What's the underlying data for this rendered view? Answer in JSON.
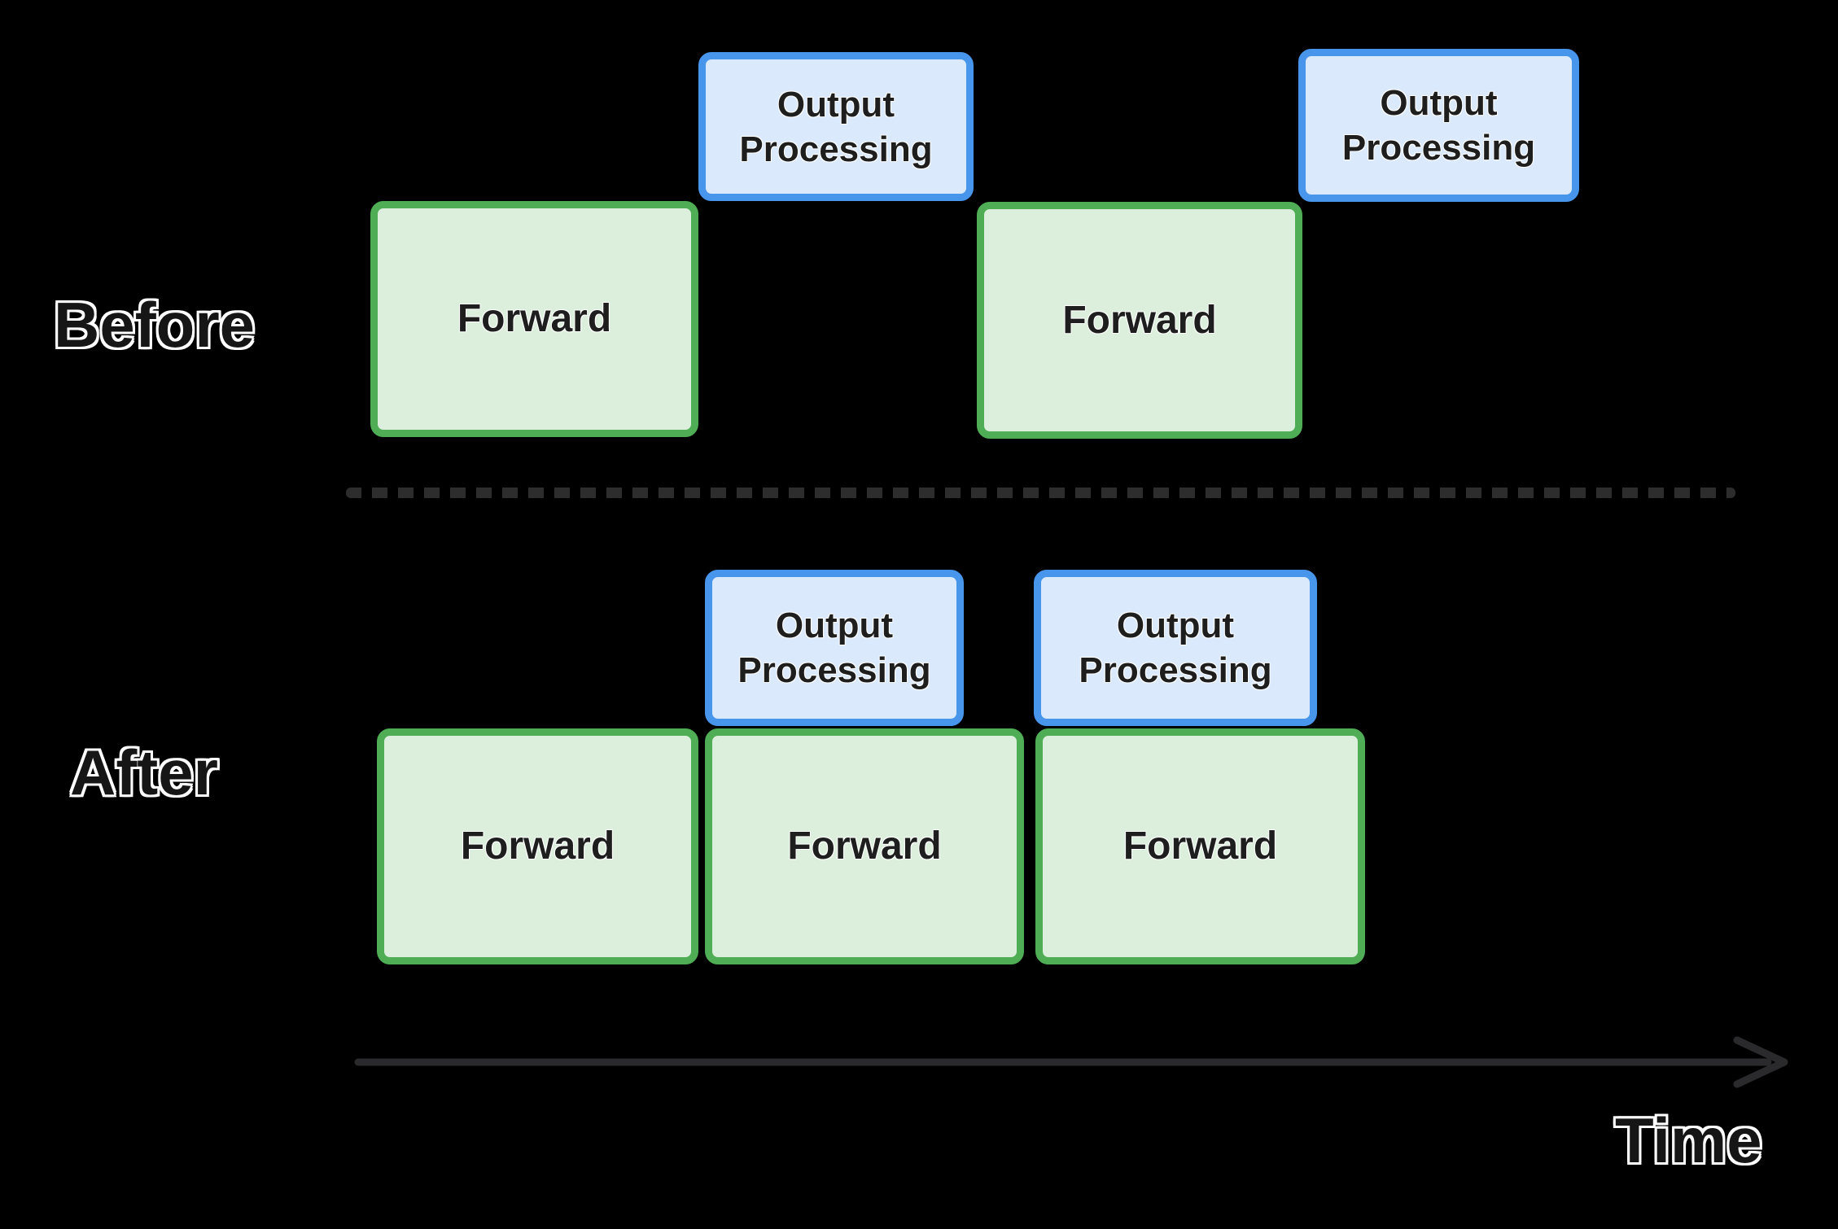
{
  "labels": {
    "before": "Before",
    "after": "After",
    "time": "Time"
  },
  "rows": {
    "before": [
      {
        "kind": "forward",
        "label": "Forward"
      },
      {
        "kind": "output",
        "label": "Output Processing"
      },
      {
        "kind": "forward",
        "label": "Forward"
      },
      {
        "kind": "output",
        "label": "Output Processing"
      }
    ],
    "after": [
      {
        "kind": "output",
        "label": "Output Processing"
      },
      {
        "kind": "output",
        "label": "Output Processing"
      },
      {
        "kind": "forward",
        "label": "Forward"
      },
      {
        "kind": "forward",
        "label": "Forward"
      },
      {
        "kind": "forward",
        "label": "Forward"
      }
    ]
  },
  "colors": {
    "background": "#000000",
    "forward_fill": "#dcefdc",
    "forward_border": "#4fae55",
    "output_fill": "#dbe9fc",
    "output_border": "#4896ec",
    "block_text": "#1e1e1e",
    "label_text": "#161616",
    "label_outline": "#ffffff",
    "separator": "#2d2d2d",
    "arrow": "#2a2a2c"
  }
}
